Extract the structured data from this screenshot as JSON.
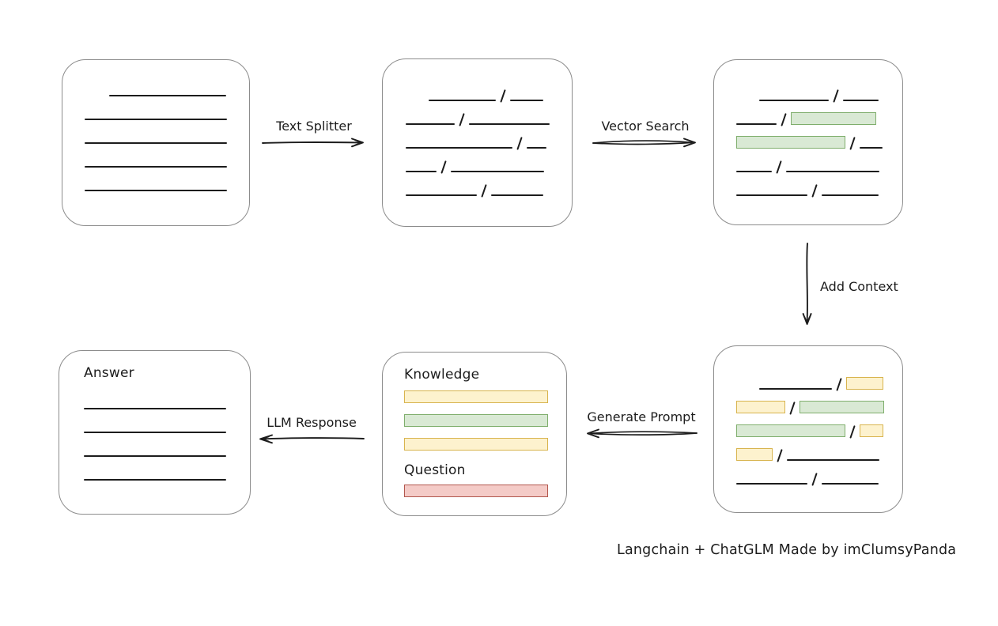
{
  "caption": "Langchain + ChatGLM Made by imClumsyPanda",
  "colors": {
    "stroke": "#1c1c1c",
    "box_border": "#8c8c8c",
    "green_fill": "#d9e9d4",
    "green_border": "#7fae6c",
    "yellow_fill": "#fdf2ce",
    "yellow_border": "#d8b44e",
    "red_fill": "#f4cbc7",
    "red_border": "#b2574d"
  },
  "arrows": {
    "text_splitter": "Text Splitter",
    "vector_search": "Vector Search",
    "add_context": "Add Context",
    "generate_prompt": "Generate Prompt",
    "llm_response": "LLM Response"
  },
  "boxes": {
    "document": {
      "rows": [
        {
          "indent": 31,
          "segs": [
            {
              "t": "line",
              "w": 148
            }
          ]
        },
        {
          "indent": 0,
          "segs": [
            {
              "t": "line",
              "w": 180
            }
          ]
        },
        {
          "indent": 0,
          "segs": [
            {
              "t": "line",
              "w": 180
            }
          ]
        },
        {
          "indent": 0,
          "segs": [
            {
              "t": "line",
              "w": 180
            }
          ]
        },
        {
          "indent": 0,
          "segs": [
            {
              "t": "line",
              "w": 180
            }
          ]
        }
      ]
    },
    "split_text": {
      "rows": [
        {
          "indent": 29,
          "segs": [
            {
              "t": "line",
              "w": 85
            },
            {
              "t": "line",
              "w": 42
            }
          ]
        },
        {
          "indent": 0,
          "segs": [
            {
              "t": "line",
              "w": 62
            },
            {
              "t": "line",
              "w": 102
            }
          ]
        },
        {
          "indent": 0,
          "segs": [
            {
              "t": "line",
              "w": 135
            },
            {
              "t": "line",
              "w": 25
            }
          ]
        },
        {
          "indent": 0,
          "segs": [
            {
              "t": "line",
              "w": 39
            },
            {
              "t": "line",
              "w": 118
            }
          ]
        },
        {
          "indent": 0,
          "segs": [
            {
              "t": "line",
              "w": 90
            },
            {
              "t": "line",
              "w": 66
            }
          ]
        }
      ]
    },
    "matched_chunks": {
      "rows": [
        {
          "indent": 29,
          "segs": [
            {
              "t": "line",
              "w": 88
            },
            {
              "t": "line",
              "w": 45
            }
          ]
        },
        {
          "indent": 0,
          "segs": [
            {
              "t": "line",
              "w": 51
            },
            {
              "t": "green",
              "w": 108
            }
          ]
        },
        {
          "indent": 0,
          "segs": [
            {
              "t": "green",
              "w": 138
            },
            {
              "t": "line",
              "w": 29
            }
          ]
        },
        {
          "indent": 0,
          "segs": [
            {
              "t": "line",
              "w": 45
            },
            {
              "t": "line",
              "w": 118
            }
          ]
        },
        {
          "indent": 0,
          "segs": [
            {
              "t": "line",
              "w": 90
            },
            {
              "t": "line",
              "w": 72
            }
          ]
        }
      ]
    },
    "context_chunks": {
      "rows": [
        {
          "indent": 29,
          "segs": [
            {
              "t": "line",
              "w": 92
            },
            {
              "t": "yellow",
              "w": 47
            }
          ]
        },
        {
          "indent": 0,
          "segs": [
            {
              "t": "yellow",
              "w": 62
            },
            {
              "t": "green",
              "w": 107
            }
          ]
        },
        {
          "indent": 0,
          "segs": [
            {
              "t": "green",
              "w": 138
            },
            {
              "t": "yellow",
              "w": 30
            }
          ]
        },
        {
          "indent": 0,
          "segs": [
            {
              "t": "yellow",
              "w": 46
            },
            {
              "t": "line",
              "w": 117
            }
          ]
        },
        {
          "indent": 0,
          "segs": [
            {
              "t": "line",
              "w": 90
            },
            {
              "t": "line",
              "w": 72
            }
          ]
        }
      ]
    },
    "prompt": {
      "knowledge_label": "Knowledge",
      "knowledge_rows": [
        {
          "indent": 0,
          "segs": [
            {
              "t": "yellow",
              "w": 182
            }
          ]
        },
        {
          "indent": 0,
          "segs": [
            {
              "t": "green",
              "w": 182
            }
          ]
        },
        {
          "indent": 0,
          "segs": [
            {
              "t": "yellow",
              "w": 182
            }
          ]
        }
      ],
      "question_label": "Question",
      "question_rows": [
        {
          "indent": 0,
          "segs": [
            {
              "t": "red",
              "w": 182
            }
          ]
        }
      ]
    },
    "answer": {
      "label": "Answer",
      "rows": [
        {
          "indent": 0,
          "segs": [
            {
              "t": "line",
              "w": 180
            }
          ]
        },
        {
          "indent": 0,
          "segs": [
            {
              "t": "line",
              "w": 180
            }
          ]
        },
        {
          "indent": 0,
          "segs": [
            {
              "t": "line",
              "w": 180
            }
          ]
        },
        {
          "indent": 0,
          "segs": [
            {
              "t": "line",
              "w": 180
            }
          ]
        }
      ]
    }
  }
}
